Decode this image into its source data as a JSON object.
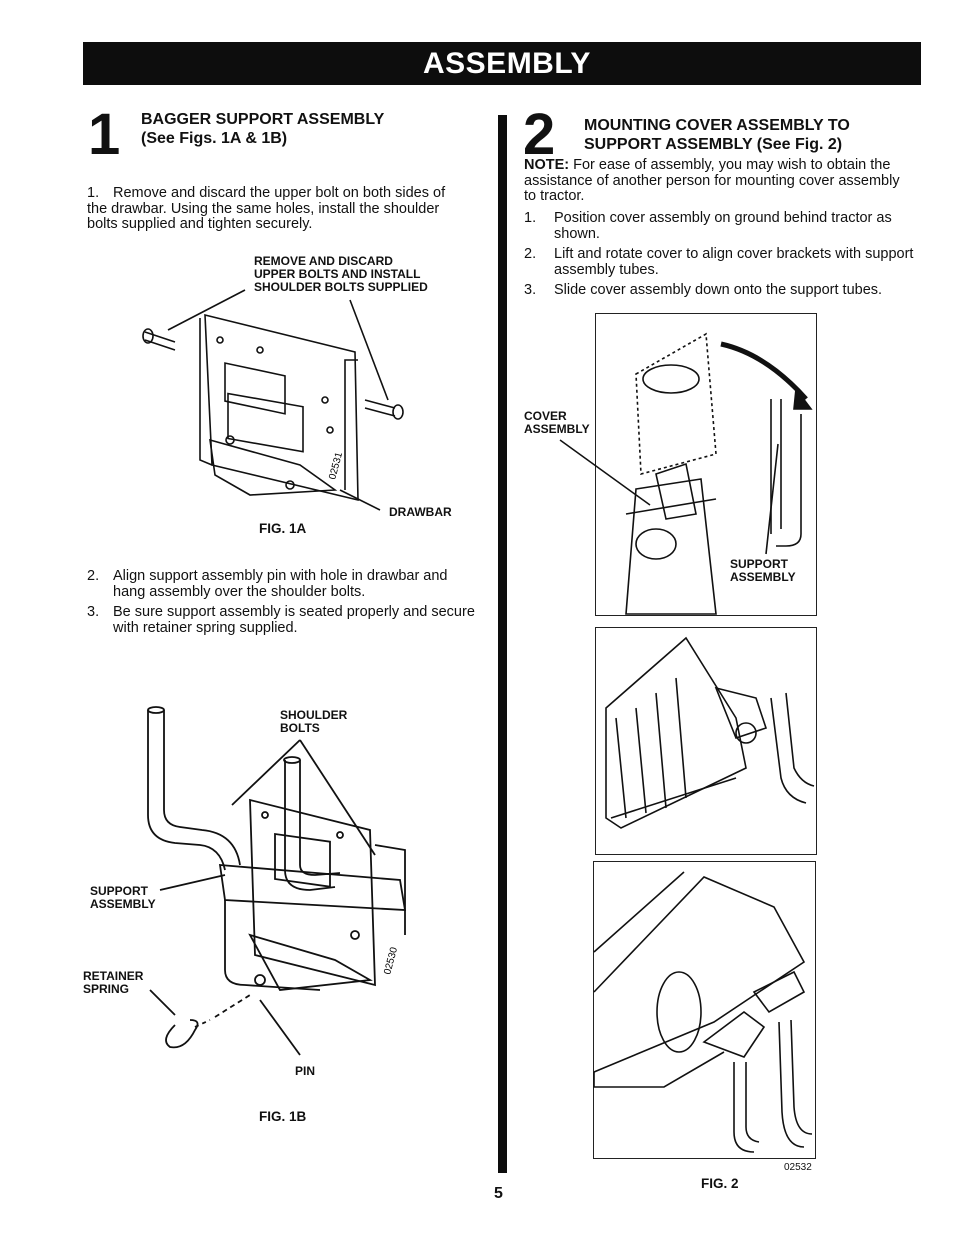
{
  "header": {
    "title": "ASSEMBLY"
  },
  "step1": {
    "number": "1",
    "heading_line1": "BAGGER SUPPORT ASSEMBLY",
    "heading_line2": "(See Figs. 1A & 1B)",
    "items": [
      {
        "num": "1.",
        "lines": [
          "Remove and discard the upper bolt on both sides of",
          "the drawbar. Using the same holes, install the shoulder",
          "bolts supplied and tighten securely."
        ]
      },
      {
        "num": "2.",
        "lines": [
          "Align support assembly pin with hole in drawbar and",
          "hang assembly over the shoulder bolts."
        ]
      },
      {
        "num": "3.",
        "lines": [
          "Be sure support assembly is seated properly and secure",
          "with retainer spring supplied."
        ]
      }
    ],
    "fig1a": {
      "callout_remove": [
        "REMOVE AND DISCARD",
        "UPPER BOLTS AND INSTALL",
        "SHOULDER BOLTS SUPPLIED"
      ],
      "callout_drawbar": "DRAWBAR",
      "part_no": "02531",
      "caption": "FIG. 1A"
    },
    "fig1b": {
      "callout_shoulder": [
        "SHOULDER",
        "BOLTS"
      ],
      "callout_support": [
        "SUPPORT",
        "ASSEMBLY"
      ],
      "callout_retainer": [
        "RETAINER",
        "SPRING"
      ],
      "callout_pin": "PIN",
      "part_no": "02530",
      "caption": "FIG. 1B"
    }
  },
  "step2": {
    "number": "2",
    "heading_line1": "MOUNTING COVER ASSEMBLY TO",
    "heading_line2": "SUPPORT ASSEMBLY (See Fig. 2)",
    "note_label": "NOTE:",
    "note_lines": [
      "For ease of assembly, you may wish to obtain the",
      "assistance of another person for mounting cover assembly",
      "to tractor."
    ],
    "items": [
      {
        "num": "1.",
        "lines": [
          "Position cover assembly on ground behind tractor as",
          "shown."
        ]
      },
      {
        "num": "2.",
        "lines": [
          "Lift and rotate cover to align cover brackets with support",
          "assembly tubes."
        ]
      },
      {
        "num": "3.",
        "lines": [
          "Slide cover assembly down onto the support tubes."
        ]
      }
    ],
    "fig2": {
      "callout_cover": [
        "COVER",
        "ASSEMBLY"
      ],
      "callout_support": [
        "SUPPORT",
        "ASSEMBLY"
      ],
      "part_no": "02532",
      "caption": "FIG. 2"
    }
  },
  "footer": {
    "page_number": "5"
  }
}
